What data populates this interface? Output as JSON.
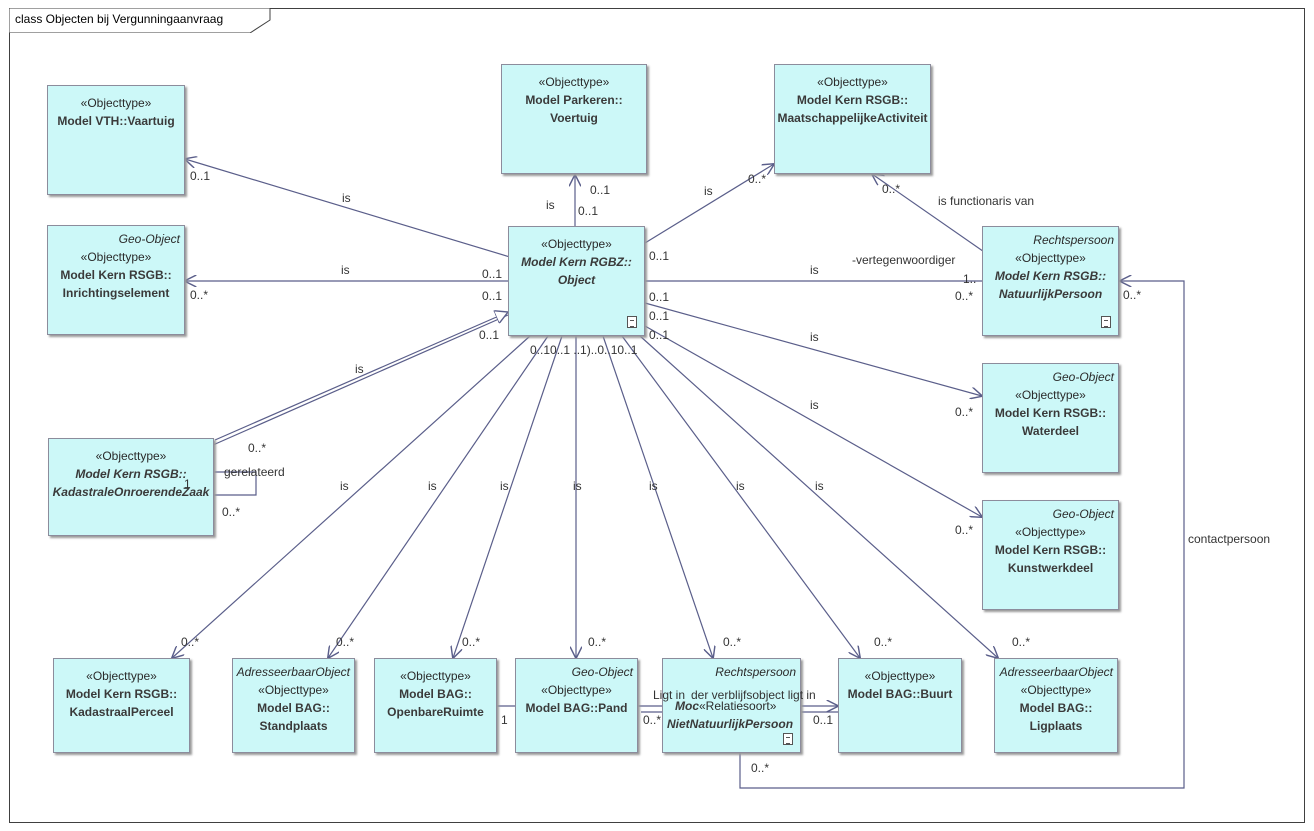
{
  "frame": {
    "title": "class Objecten bij Vergunningaanvraag"
  },
  "classes": {
    "vaartuig": {
      "stereotype": "«Objecttype»",
      "name": "Model VTH::Vaartuig"
    },
    "voertuig": {
      "stereotype": "«Objecttype»",
      "name1": "Model Parkeren::",
      "name2": "Voertuig"
    },
    "maatschappelijke_activiteit": {
      "stereotype": "«Objecttype»",
      "name1": "Model Kern RSGB::",
      "name2": "MaatschappelijkeActiviteit"
    },
    "inrichtingselement": {
      "tag": "Geo-Object",
      "stereotype": "«Objecttype»",
      "name1": "Model Kern RSGB::",
      "name2": "Inrichtingselement"
    },
    "object": {
      "stereotype": "«Objecttype»",
      "name1": "Model Kern RGBZ::",
      "name2": "Object"
    },
    "natuurlijk_persoon": {
      "tag": "Rechtspersoon",
      "stereotype": "«Objecttype»",
      "name1": "Model Kern RSGB::",
      "name2": "NatuurlijkPersoon"
    },
    "waterdeel": {
      "tag": "Geo-Object",
      "stereotype": "«Objecttype»",
      "name1": "Model Kern RSGB::",
      "name2": "Waterdeel"
    },
    "kadastrale_onroerende_zaak": {
      "stereotype": "«Objecttype»",
      "name1": "Model Kern RSGB::",
      "name2": "KadastraleOnroerendeZaak"
    },
    "kunstwerkdeel": {
      "tag": "Geo-Object",
      "stereotype": "«Objecttype»",
      "name1": "Model Kern RSGB::",
      "name2": "Kunstwerkdeel"
    },
    "kadastraal_perceel": {
      "stereotype": "«Objecttype»",
      "name1": "Model Kern RSGB::",
      "name2": "KadastraalPerceel"
    },
    "standplaats": {
      "tag": "AdresseerbaarObject",
      "stereotype": "«Objecttype»",
      "name1": "Model BAG::",
      "name2": "Standplaats"
    },
    "openbare_ruimte": {
      "stereotype": "«Objecttype»",
      "name1": "Model BAG::",
      "name2": "OpenbareRuimte"
    },
    "pand": {
      "tag": "Geo-Object",
      "stereotype": "«Objecttype»",
      "name": "Model BAG::Pand"
    },
    "niet_natuurlijk_persoon": {
      "tag": "Rechtspersoon",
      "name1": "Moc",
      "stereotype": "«Relatiesoort»",
      "name2": "NietNatuurlijkPersoon"
    },
    "buurt": {
      "stereotype": "«Objecttype»",
      "name": "Model BAG::Buurt"
    },
    "ligplaats": {
      "tag": "AdresseerbaarObject",
      "stereotype": "«Objecttype»",
      "name1": "Model BAG::",
      "name2": "Ligplaats"
    }
  },
  "labels": {
    "is": "is",
    "m_01": "0..1",
    "m_0n": "0..*",
    "m_1": "1",
    "m_1dots": "1..",
    "gerelateerd": "gerelateerd",
    "is_functionaris_van": "is functionaris van",
    "vertegenwoordiger": "-vertegenwoordiger",
    "contactpersoon": "contactpersoon",
    "ligt_in": "Ligt in",
    "der_verblijfsobject": "der verblijfsobject ligt in",
    "bottom_mults": "0..10..1 ..1)..0..10..1",
    "stack_01": "0..1"
  },
  "colors": {
    "box_fill": "#ccf8f8",
    "box_border": "#8c8c9c",
    "edge": "#5a5e8a"
  }
}
